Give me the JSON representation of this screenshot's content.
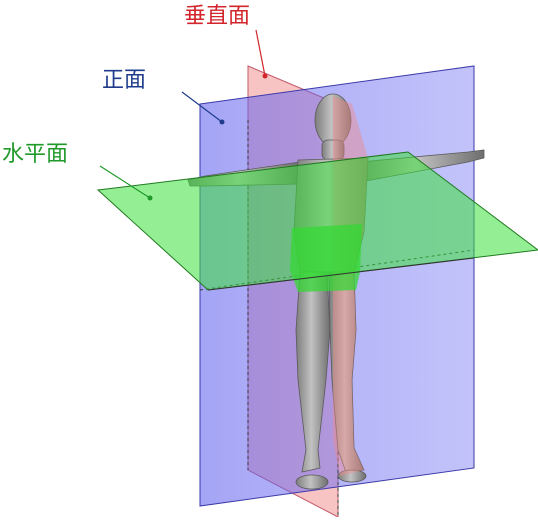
{
  "labels": {
    "sagittal": "垂直面",
    "frontal": "正面",
    "horizontal": "水平面"
  },
  "colors": {
    "sagittal_label": "#d2262c",
    "frontal_label": "#1f3c8c",
    "horizontal_label": "#1f9a2a",
    "sagittal_plane": "#f08a8a",
    "frontal_plane": "#6f6ff0",
    "horizontal_plane": "#3ce03c",
    "body_skin": "#9a9a9a"
  }
}
